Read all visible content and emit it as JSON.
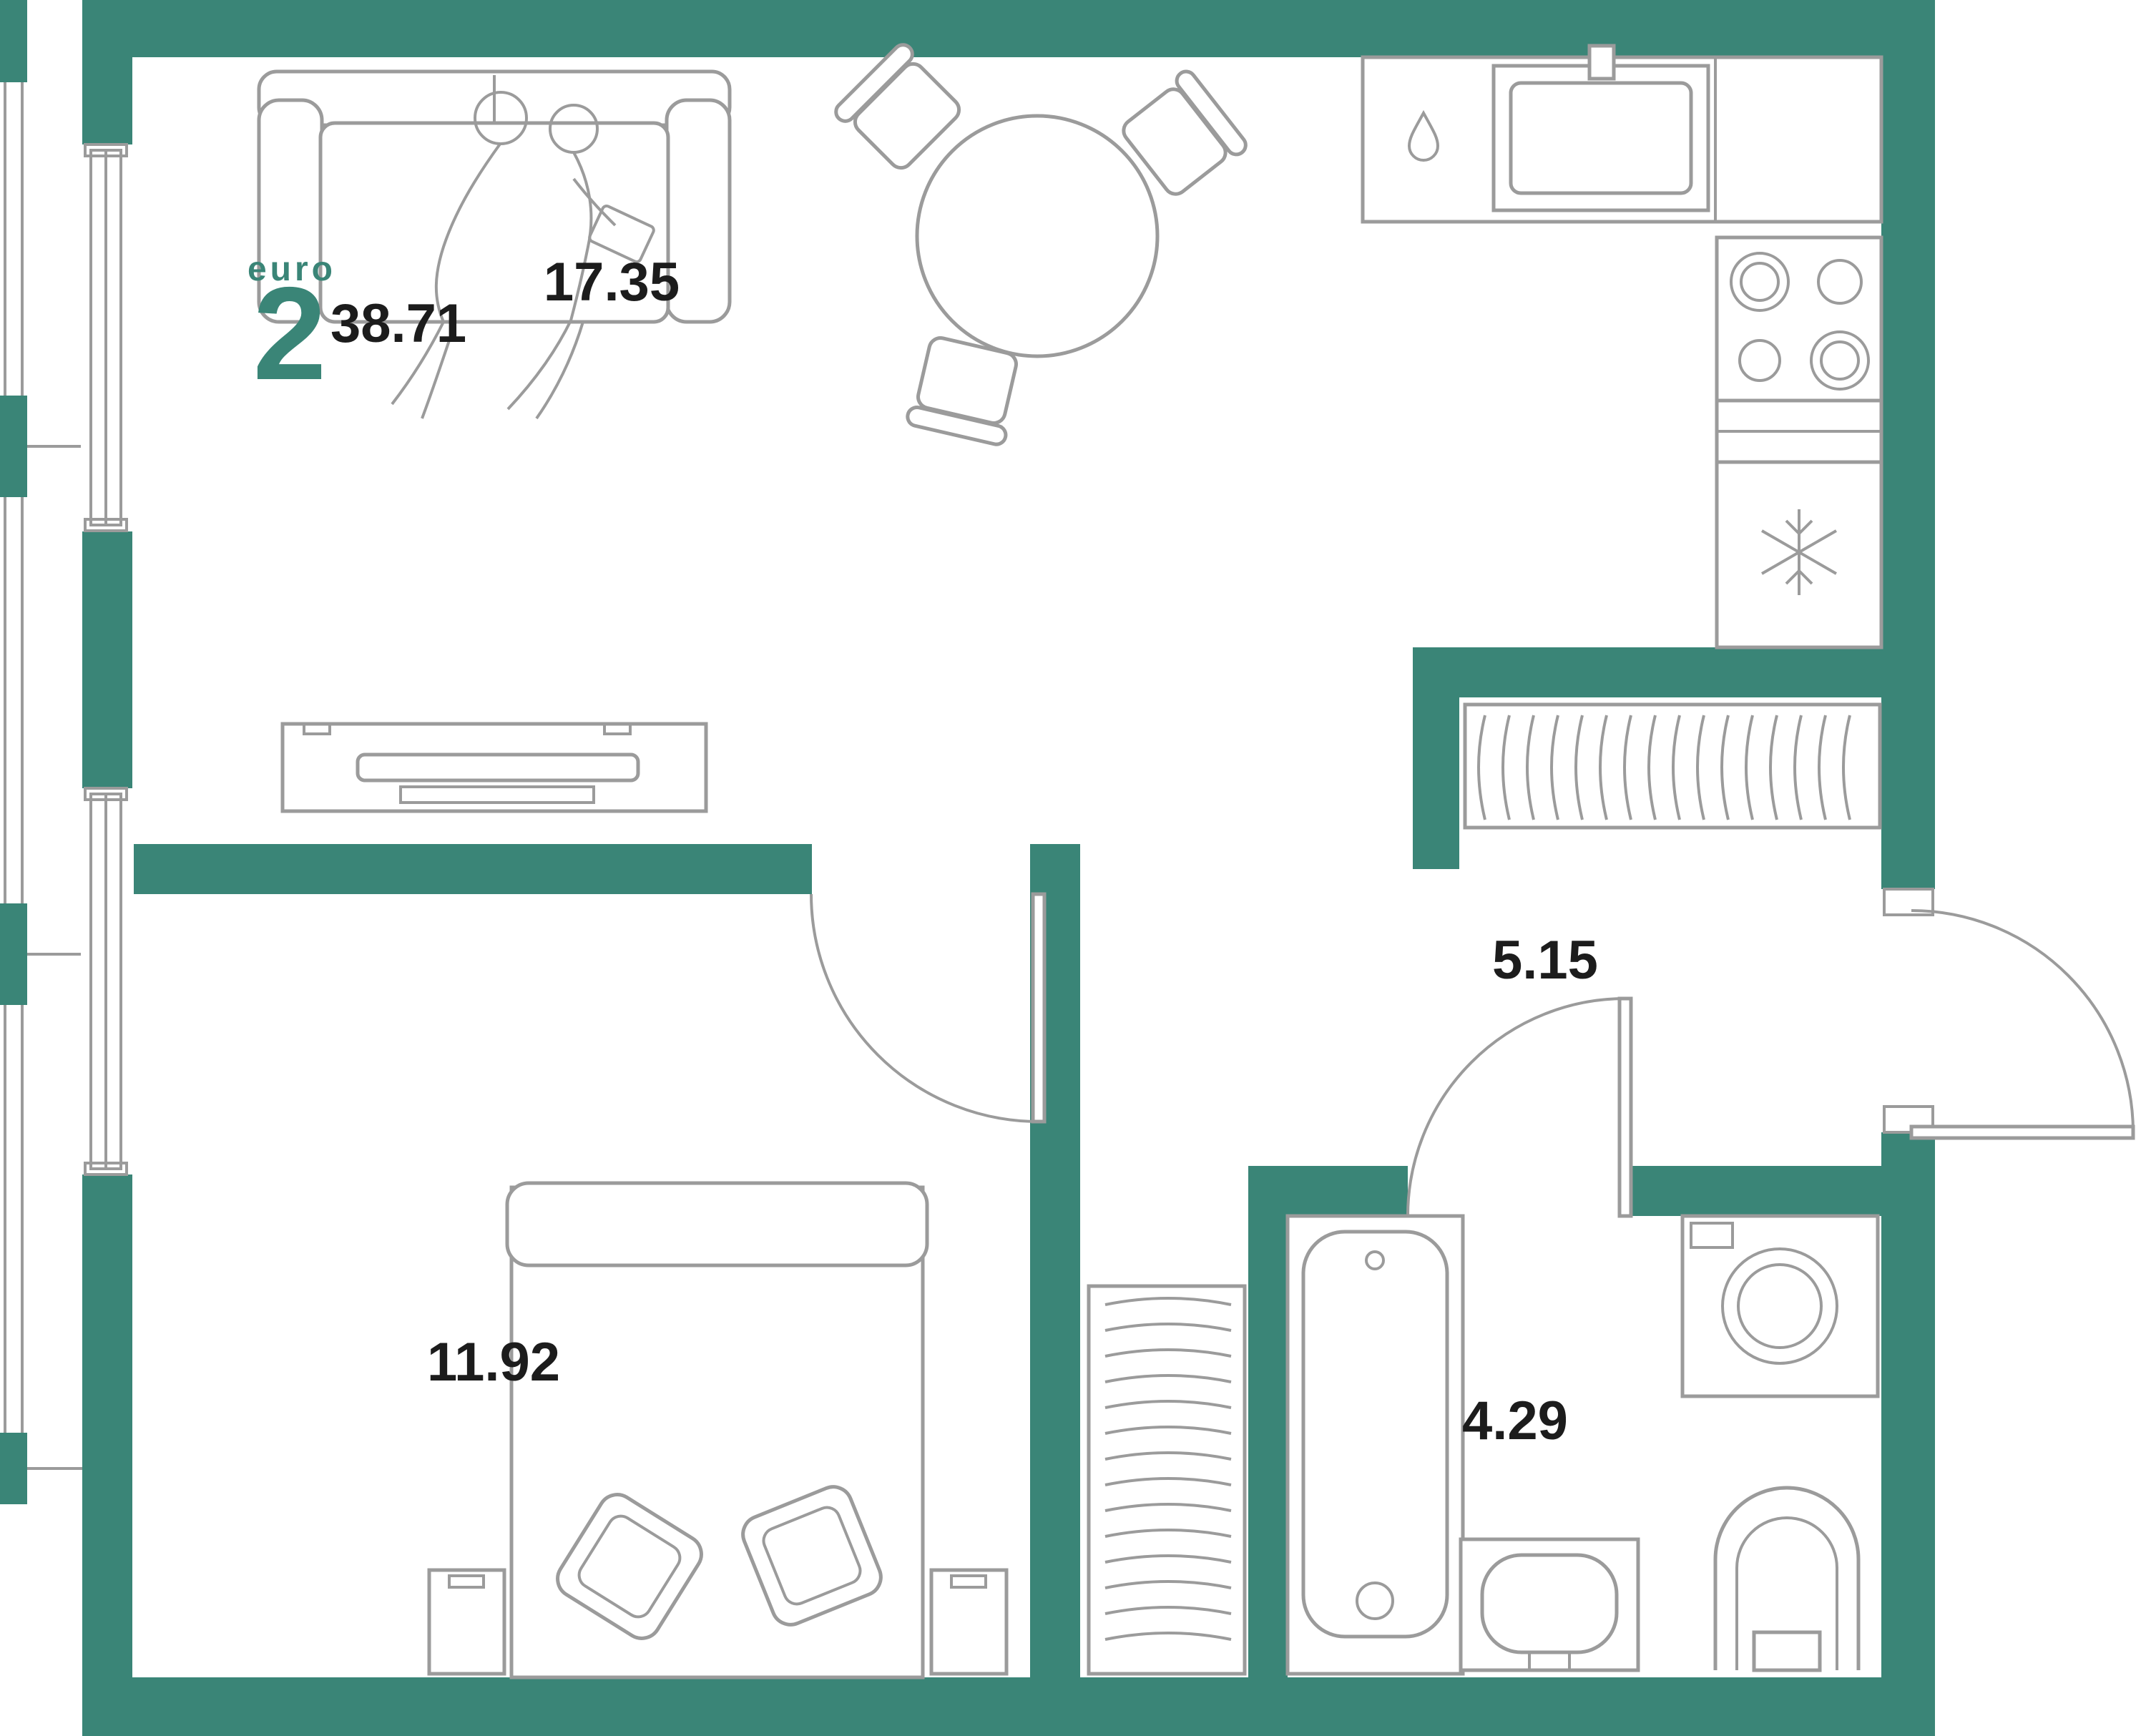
{
  "unit": {
    "type_label": "euro",
    "rooms_count": "2",
    "total_area": "38.71"
  },
  "rooms": [
    {
      "name": "kitchen-living-room",
      "area": "17.35"
    },
    {
      "name": "hallway",
      "area": "5.15"
    },
    {
      "name": "bedroom",
      "area": "11.92"
    },
    {
      "name": "bathroom",
      "area": "4.29"
    }
  ],
  "icons": {
    "fridge": "snowflake-icon",
    "kitchen_sink": "water-drop-icon"
  },
  "colors": {
    "wall-color": "#3A8577",
    "line-color": "#9B9B9B",
    "text-color": "#1C1C1C"
  }
}
